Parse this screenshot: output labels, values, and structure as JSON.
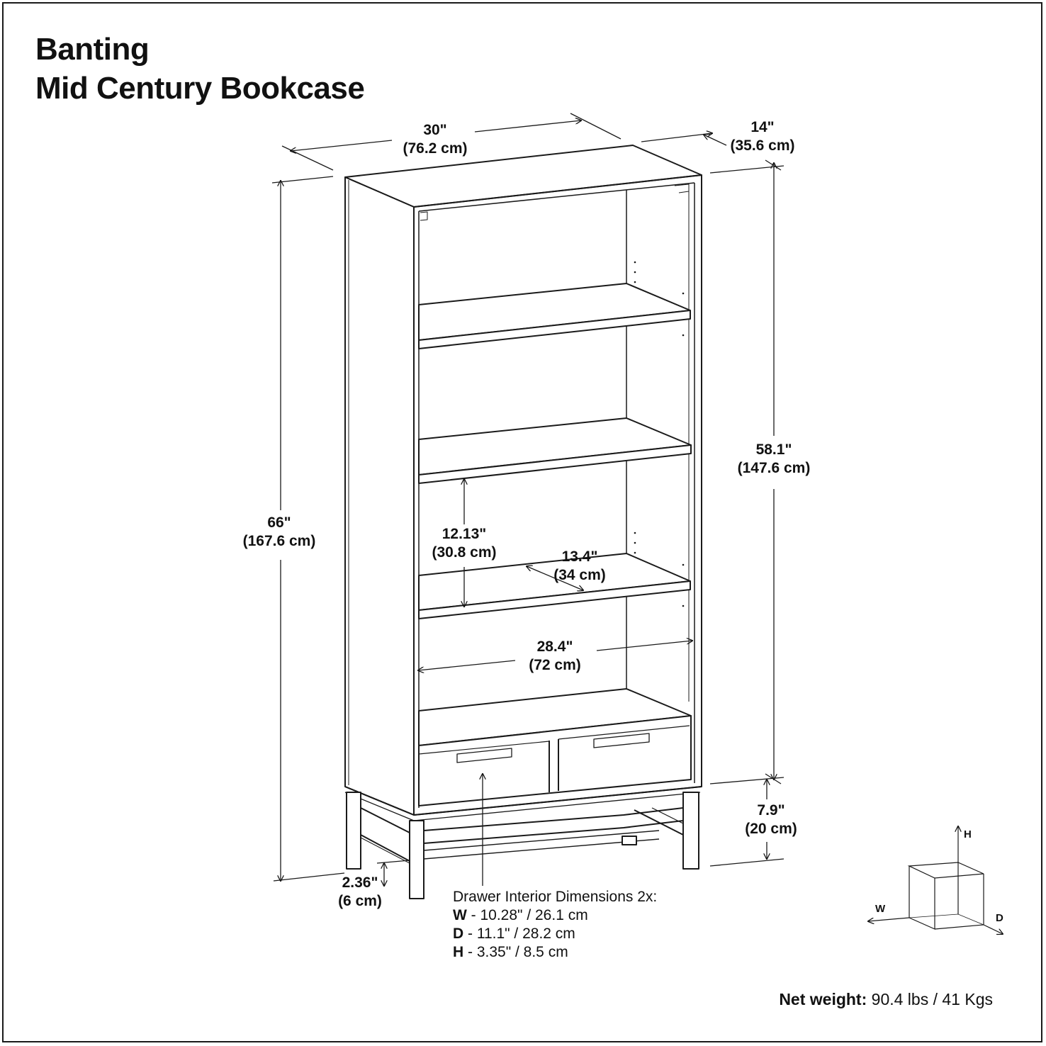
{
  "title": {
    "line1": "Banting",
    "line2": "Mid Century Bookcase"
  },
  "dimensions": {
    "width": {
      "in": "30\"",
      "cm": "(76.2 cm)"
    },
    "depth": {
      "in": "14\"",
      "cm": "(35.6 cm)"
    },
    "height": {
      "in": "66\"",
      "cm": "(167.6 cm)"
    },
    "body_height": {
      "in": "58.1\"",
      "cm": "(147.6 cm)"
    },
    "shelf_height": {
      "in": "12.13\"",
      "cm": "(30.8 cm)"
    },
    "shelf_depth": {
      "in": "13.4\"",
      "cm": "(34 cm)"
    },
    "inner_width": {
      "in": "28.4\"",
      "cm": "(72 cm)"
    },
    "base_height": {
      "in": "7.9\"",
      "cm": "(20 cm)"
    },
    "leg_clearance": {
      "in": "2.36\"",
      "cm": "(6 cm)"
    }
  },
  "drawer_interior": {
    "heading": "Drawer Interior Dimensions 2x:",
    "rows": [
      {
        "key": "W",
        "value": " - 10.28\" / 26.1 cm"
      },
      {
        "key": "D",
        "value": " - 11.1\" / 28.2 cm"
      },
      {
        "key": "H",
        "value": " - 3.35\" / 8.5 cm"
      }
    ]
  },
  "axes": {
    "w": "W",
    "d": "D",
    "h": "H"
  },
  "net_weight": {
    "label": "Net weight:",
    "value": " 90.4 lbs / 41 Kgs"
  }
}
